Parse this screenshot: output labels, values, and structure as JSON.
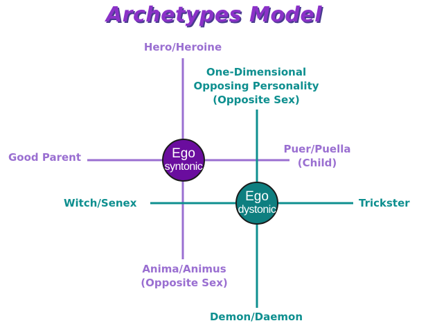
{
  "title": "Archetypes Model",
  "colors": {
    "purple": "#9a6fd1",
    "purple_dark": "#6a0d9e",
    "teal": "#0e8f8f",
    "teal_dark": "#0e7f80",
    "title": "#8b32c8"
  },
  "ego_syntonic": {
    "line1": "Ego",
    "line2": "syntonic"
  },
  "ego_dystonic": {
    "line1": "Ego",
    "line2": "dystonic"
  },
  "syntonic_axis": {
    "top": "Hero/Heroine",
    "left": "Good Parent",
    "right_line1": "Puer/Puella",
    "right_line2": "(Child)",
    "bottom_line1": "Anima/Animus",
    "bottom_line2": "(Opposite Sex)"
  },
  "dystonic_axis": {
    "top_line1": "One-Dimensional",
    "top_line2": "Opposing Personality",
    "top_line3": "(Opposite Sex)",
    "left": "Witch/Senex",
    "right": "Trickster",
    "bottom": "Demon/Daemon"
  }
}
